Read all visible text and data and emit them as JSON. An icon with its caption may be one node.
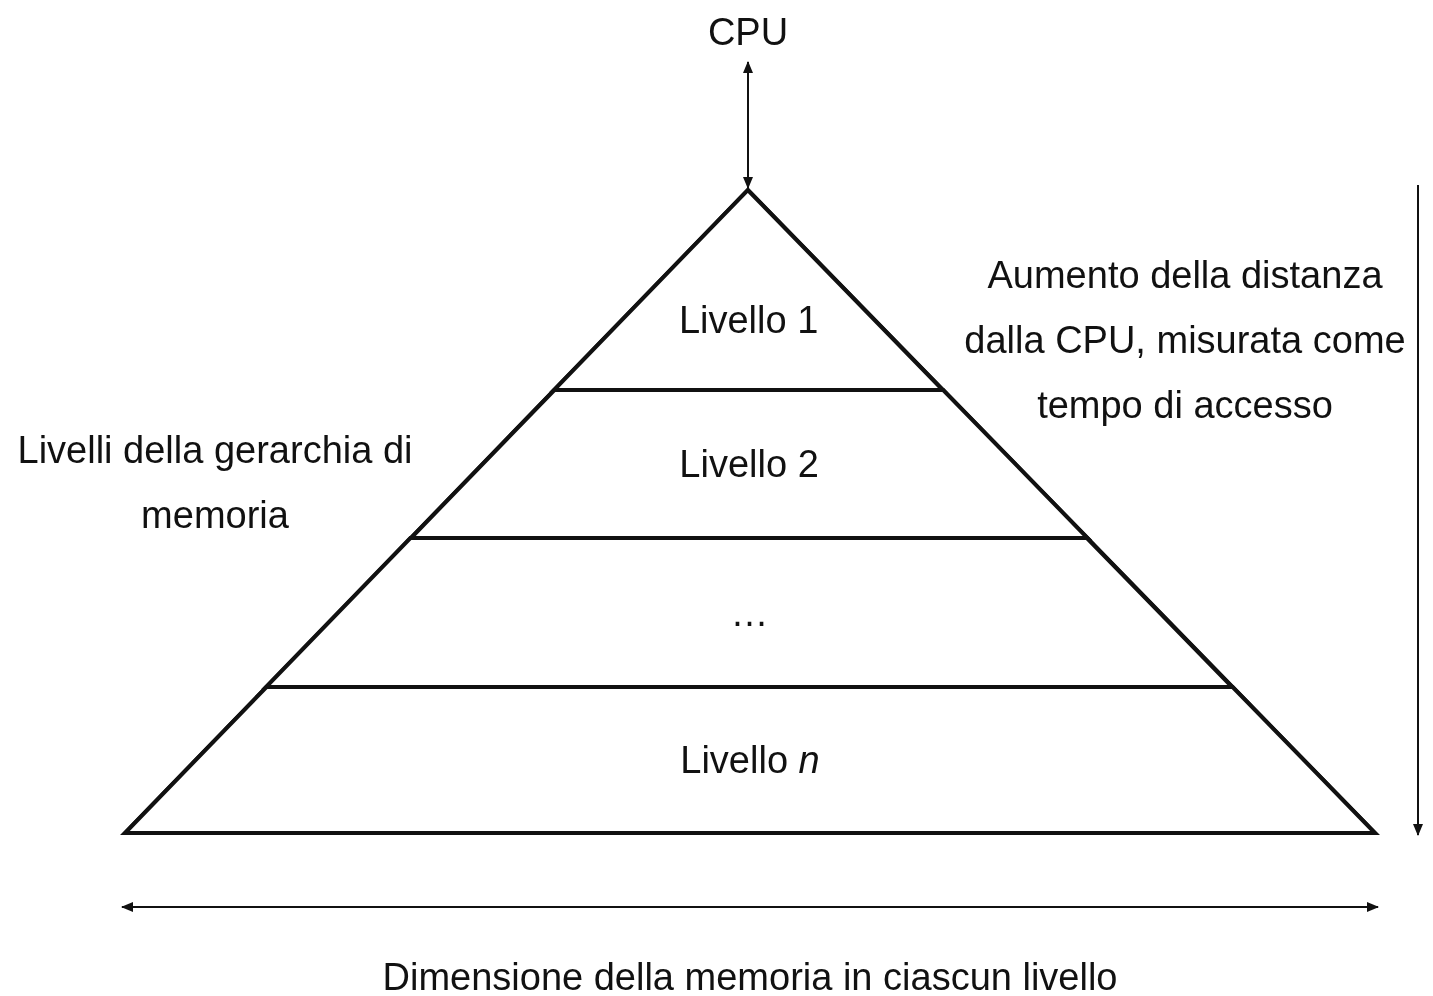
{
  "diagram": {
    "nodes": [
      {
        "text": [
          "CPU"
        ]
      },
      {
        "text": [],
        "shape": "triangle"
      },
      {
        "text": [
          "Livello 1"
        ],
        "in": 1
      },
      {
        "text": [
          "Livello 2"
        ],
        "in": 1
      },
      {
        "text": [
          "…"
        ],
        "in": 1
      },
      {
        "text": [
          "Livello *n*"
        ],
        "in": 1
      }
    ],
    "edges": [
      {
        "from": 0,
        "to": 1,
        "arrow": "both"
      }
    ],
    "labels": [
      "Livelli della gerarchia di memoria",
      "Aumento della distanza dalla CPU, misurata come tempo di accesso",
      "Dimensione della memoria in ciascun livello"
    ]
  }
}
